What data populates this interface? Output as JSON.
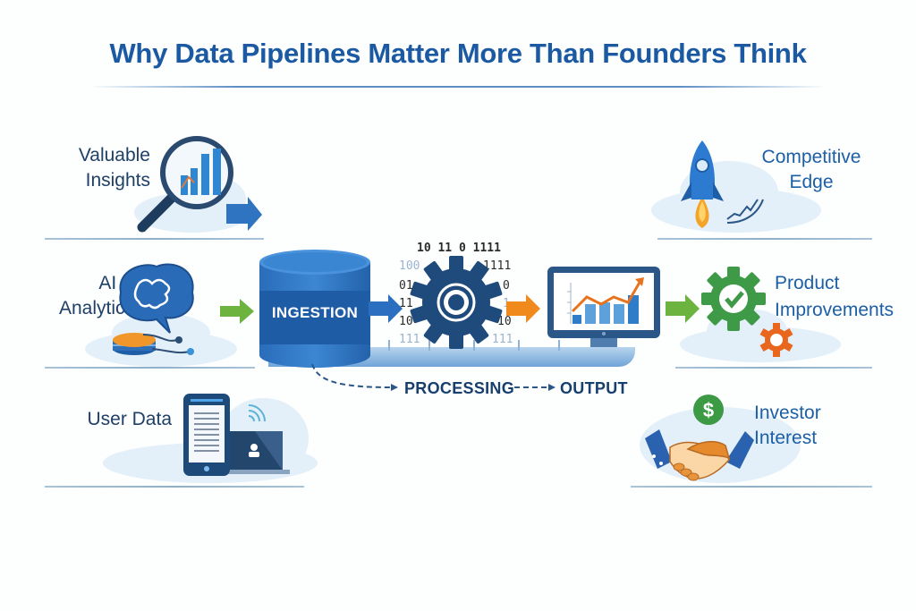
{
  "title": "Why Data Pipelines Matter More Than Founders Think",
  "left_items": [
    {
      "label_line1": "Valuable",
      "label_line2": "Insights",
      "icon": "magnifier-chart-icon"
    },
    {
      "label_line1": "AI &",
      "label_line2": "Analytics",
      "icon": "brain-database-icon"
    },
    {
      "label_line1": "User Data",
      "label_line2": "",
      "icon": "phone-laptop-icon"
    }
  ],
  "right_items": [
    {
      "label_line1": "Competitive",
      "label_line2": "Edge",
      "icon": "rocket-icon"
    },
    {
      "label_line1": "Product",
      "label_line2": "Improvements",
      "icon": "gear-check-icon"
    },
    {
      "label_line1": "Investor",
      "label_line2": "Interest",
      "icon": "handshake-dollar-icon"
    }
  ],
  "pipeline": {
    "ingestion_label": "INGESTION",
    "processing_label": "PROCESSING",
    "output_label": "OUTPUT",
    "binary": {
      "top": "10 11 0 1111",
      "left": [
        "100",
        "01",
        "11",
        "10",
        "111"
      ],
      "right": [
        "1111",
        "0",
        "1",
        "10",
        "111"
      ]
    }
  },
  "colors": {
    "title": "#1b5aa3",
    "primary_blue": "#2f6fb5",
    "dark_blue": "#1e4a7a",
    "green_arrow": "#6cb33f",
    "orange_arrow": "#f08a1c",
    "cloud": "#e3eff9"
  }
}
